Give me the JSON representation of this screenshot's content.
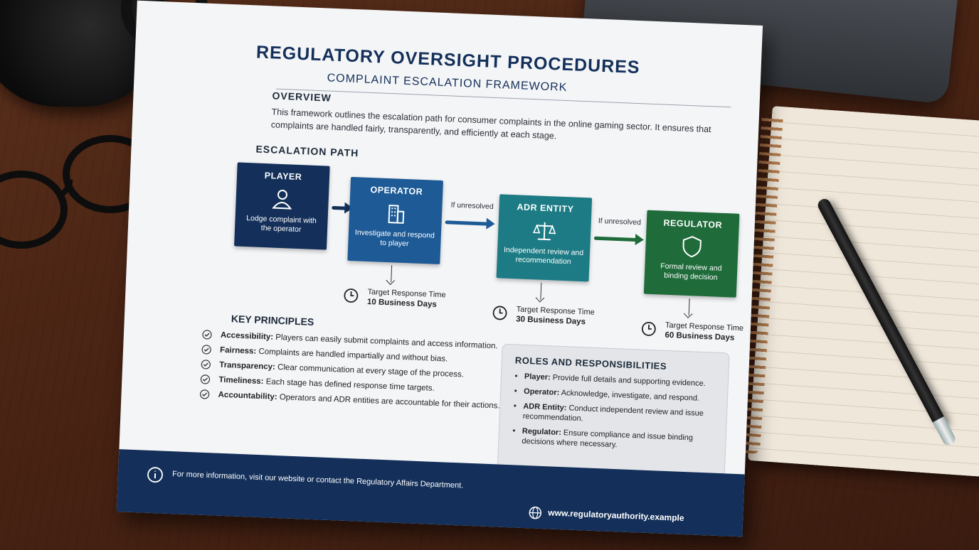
{
  "document": {
    "title": "REGULATORY OVERSIGHT PROCEDURES",
    "subtitle": "COMPLAINT ESCALATION FRAMEWORK",
    "overview_heading": "OVERVIEW",
    "overview_text": "This framework outlines the escalation path for consumer complaints in the online gaming sector. It ensures that complaints are handled fairly, transparently, and efficiently at each stage.",
    "escalation_heading": "ESCALATION PATH",
    "stages": [
      {
        "name": "PLAYER",
        "desc": "Lodge complaint with the operator",
        "icon": "person-icon"
      },
      {
        "name": "OPERATOR",
        "desc": "Investigate and respond to player",
        "icon": "building-icon"
      },
      {
        "name": "ADR ENTITY",
        "desc": "Independent review and recommendation",
        "icon": "scales-icon"
      },
      {
        "name": "REGULATOR",
        "desc": "Formal review and binding decision",
        "icon": "shield-icon"
      }
    ],
    "if_unresolved": "If unresolved",
    "response_label": "Target Response Time",
    "response_times": [
      "10 Business Days",
      "30 Business Days",
      "60 Business Days"
    ],
    "principles_heading": "KEY PRINCIPLES",
    "principles": [
      {
        "term": "Accessibility:",
        "text": "Players can easily submit complaints and access information."
      },
      {
        "term": "Fairness:",
        "text": "Complaints are handled impartially and without bias."
      },
      {
        "term": "Transparency:",
        "text": "Clear communication at every stage of the process."
      },
      {
        "term": "Timeliness:",
        "text": "Each stage has defined response time targets."
      },
      {
        "term": "Accountability:",
        "text": "Operators and ADR entities are accountable for their actions."
      }
    ],
    "roles_heading": "ROLES AND RESPONSIBILITIES",
    "roles": [
      {
        "term": "Player:",
        "text": "Provide full details and supporting evidence."
      },
      {
        "term": "Operator:",
        "text": "Acknowledge, investigate, and respond."
      },
      {
        "term": "ADR Entity:",
        "text": "Conduct independent review and issue recommendation."
      },
      {
        "term": "Regulator:",
        "text": "Ensure compliance and issue binding decisions where necessary."
      }
    ],
    "footer_info": "For more information, visit our website or contact the Regulatory Affairs Department.",
    "footer_web": "www.regulatoryauthority.example"
  },
  "colors": {
    "navy": "#14305a",
    "blue": "#1d5a96",
    "teal": "#1c7b84",
    "green": "#1f6b3a"
  }
}
